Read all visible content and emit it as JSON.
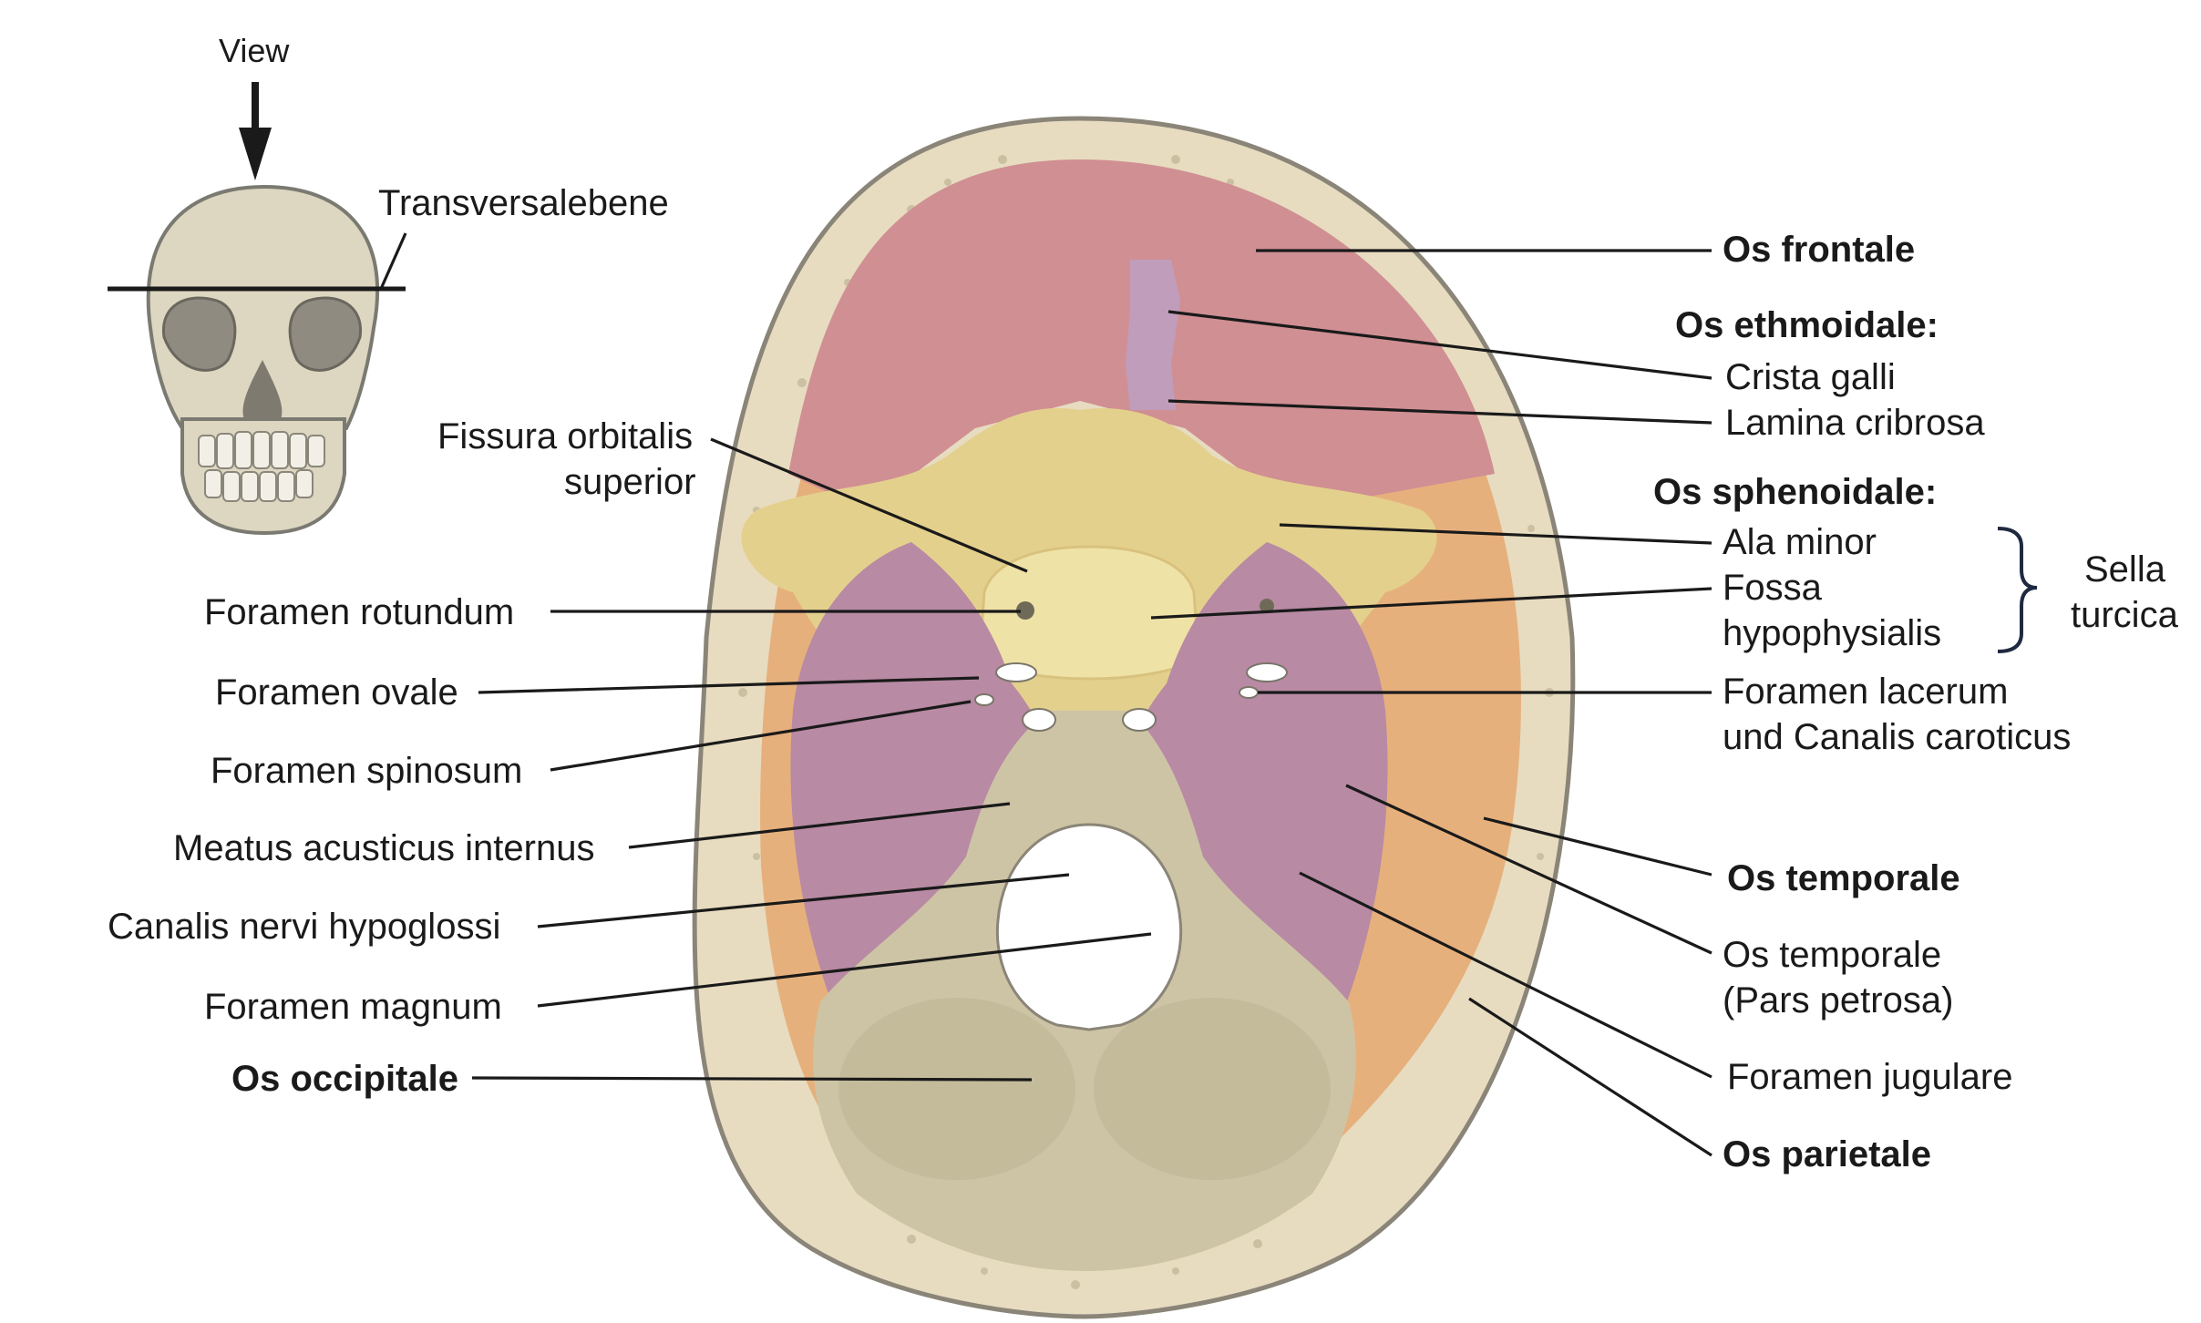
{
  "inset": {
    "view_label": "View",
    "plane_label": "Transversalebene"
  },
  "labels": {
    "os_frontale": "Os frontale",
    "os_ethmoidale": "Os ethmoidale:",
    "crista_galli": "Crista galli",
    "lamina_cribrosa": "Lamina cribrosa",
    "os_sphenoidale": "Os sphenoidale:",
    "ala_minor": "Ala minor",
    "fossa_line1": "Fossa",
    "fossa_line2": "hypophysialis",
    "sella_line1": "Sella",
    "sella_line2": "turcica",
    "lacerum_line1": "Foramen lacerum",
    "lacerum_line2": "und Canalis caroticus",
    "os_temporale": "Os temporale",
    "petrosa_line1": "Os temporale",
    "petrosa_line2": "(Pars petrosa)",
    "foramen_jugulare": "Foramen jugulare",
    "os_parietale": "Os parietale",
    "fissura_line1": "Fissura orbitalis",
    "fissura_line2": "superior",
    "foramen_rotundum": "Foramen rotundum",
    "foramen_ovale": "Foramen ovale",
    "foramen_spinosum": "Foramen spinosum",
    "meatus": "Meatus acusticus internus",
    "canalis_hypoglossi": "Canalis nervi hypoglossi",
    "foramen_magnum": "Foramen magnum",
    "os_occipitale": "Os occipitale"
  },
  "colors": {
    "frontal": "#d08f93",
    "sphenoid": "#e4d08d",
    "temporal": "#b88aa3",
    "occipital": "#cdc4a5",
    "parietal_rim": "#e6b07c",
    "outer_bone": "#e7dcc0",
    "ethmoid": "#c19dbc",
    "skull_inset": "#ddd6c0"
  }
}
